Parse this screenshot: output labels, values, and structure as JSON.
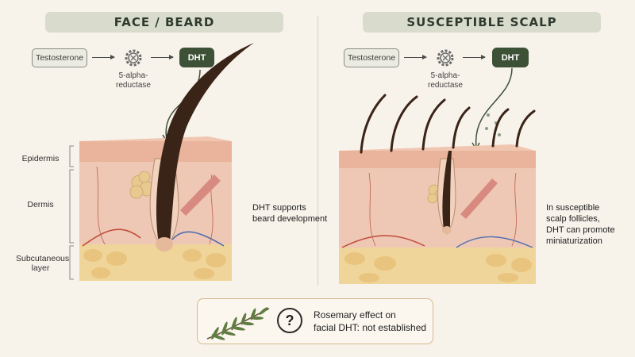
{
  "panels": {
    "left": {
      "title": "FACE / BEARD",
      "pathway": {
        "source": "Testosterone",
        "enzyme": "5-alpha-\nreductase",
        "product": "DHT"
      },
      "note": "DHT supports\nbeard development"
    },
    "right": {
      "title": "SUSCEPTIBLE SCALP",
      "pathway": {
        "source": "Testosterone",
        "enzyme": "5-alpha-\nreductase",
        "product": "DHT"
      },
      "note": "In susceptible\nscalp follicles,\nDHT can promote\nminiaturization"
    }
  },
  "layers": {
    "epidermis": "Epidermis",
    "dermis": "Dermis",
    "subcutaneous": "Subcutaneous\nlayer"
  },
  "footer": {
    "text": "Rosemary effect on\nfacial DHT: not established",
    "question_icon": "question-circle-icon",
    "plant_icon": "rosemary-sprig-icon"
  },
  "colors": {
    "title_bg": "#d9dccd",
    "dht_pill": "#3d5137",
    "skin_top": "#e9b9a2",
    "dermis": "#eec8b4",
    "fat": "#f0d59a",
    "hair": "#3a2418"
  }
}
